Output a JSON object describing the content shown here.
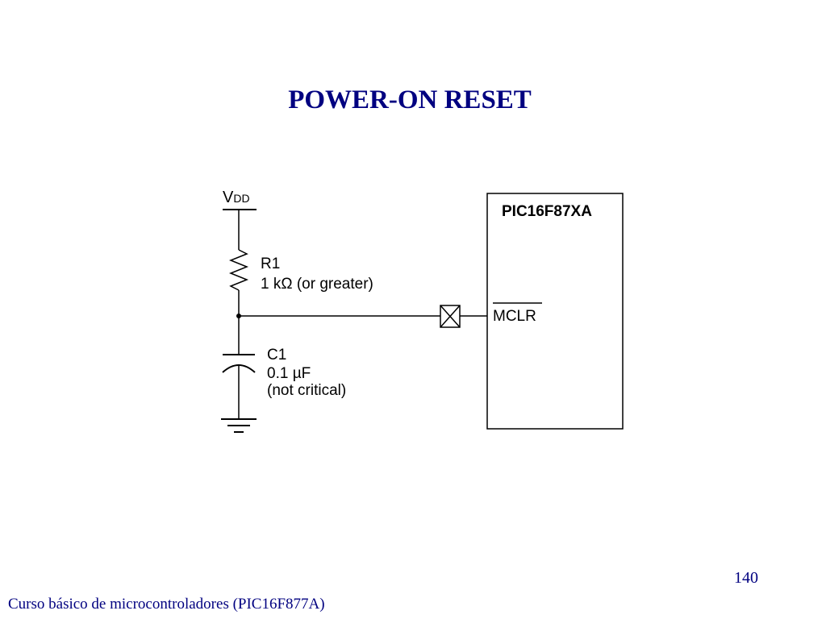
{
  "slide": {
    "title": "POWER-ON RESET",
    "page_number": "140",
    "footer": "Curso básico de microcontroladores (PIC16F877A)"
  },
  "circuit": {
    "vdd_main": "V",
    "vdd_sub": "DD",
    "r1_name": "R1",
    "r1_value": "1 kΩ (or greater)",
    "c1_name": "C1",
    "c1_value": "0.1 µF",
    "c1_note": "(not critical)",
    "chip_name": "PIC16F87XA",
    "pin_name": "MCLR"
  },
  "colors": {
    "title": "#000080",
    "lines": "#000000"
  }
}
